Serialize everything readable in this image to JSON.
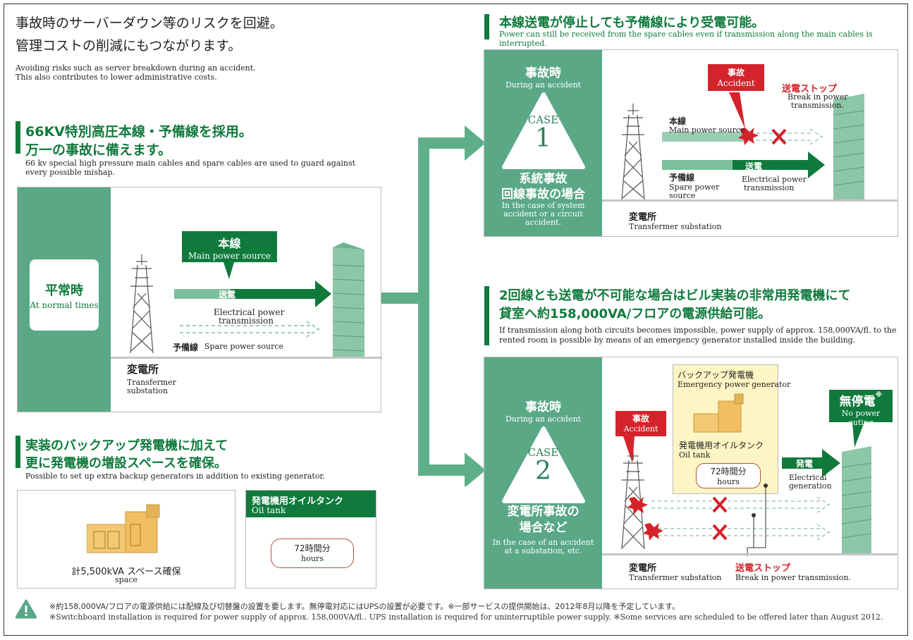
{
  "intro": {
    "jp_line1": "事故時のサーバーダウン等のリスクを回避。",
    "jp_line2": "管理コストの削減にもつながります。",
    "en_line1": "Avoiding risks such as server breakdown during an accident.",
    "en_line2": "This also contributes to lower administrative costs."
  },
  "section_main": {
    "title_line1": "66KV特別高圧本線・予備線を採用。",
    "title_line2": "万一の事故に備えます。",
    "en_line1": "66 kv special high pressure main cables and spare cables are used to guard against",
    "en_line2": "every possible mishap."
  },
  "normal_panel": {
    "label_jp": "平常時",
    "label_en": "At normal times",
    "main_jp": "本線",
    "main_en": "Main power source",
    "trans_jp": "送電",
    "trans_en_1": "Electrical power",
    "trans_en_2": "transmission",
    "spare_jp": "予備線",
    "spare_en": "Spare power source",
    "sub_jp": "変電所",
    "sub_en_1": "Transfermer",
    "sub_en_2": "substation"
  },
  "section_backup": {
    "title_line1": "実装のバックアップ発電機に加えて",
    "title_line2": "更に発電機の増設スペースを確保。",
    "en": "Possible to set up extra backup generators in addition to existing generator.",
    "space_jp": "計5,500kVA スペース確保",
    "space_en": "space",
    "oil_jp": "発電機用オイルタンク",
    "oil_en": "Oil tank",
    "hours_jp": "72時間分",
    "hours_en": "hours"
  },
  "section_case1": {
    "title": "本線送電が停止しても予備線により受電可能。",
    "en": "Power can still be received from the spare cables even if transmission along the main cables is interrupted.",
    "side_jp": "事故時",
    "side_en": "During an accident",
    "case_label": "CASE",
    "case_num": "1",
    "kind_jp_1": "系統事故",
    "kind_jp_2": "回線事故の場合",
    "kind_en_1": "In the case of system",
    "kind_en_2": "accident or a circuit",
    "kind_en_3": "accident.",
    "accident_jp": "事故",
    "accident_en": "Accident",
    "stop_jp": "送電ストップ",
    "stop_en_1": "Break in power",
    "stop_en_2": "transmission.",
    "main_jp": "本線",
    "main_en": "Main power source",
    "trans_jp": "送電",
    "spare_jp": "予備線",
    "spare_en_1": "Spare power",
    "spare_en_2": "source",
    "trans_en_1": "Electrical power",
    "trans_en_2": "transmission",
    "sub_jp": "変電所",
    "sub_en": "Transfermer substation"
  },
  "section_case2": {
    "title_line1": "2回線とも送電が不可能な場合はビル実装の非常用発電機にて",
    "title_line2": "貸室へ約158,000VA/フロアの電源供給可能。",
    "en_line1": "If transmission along both circuits becomes impossible, power supply of approx. 158,000VA/fl. to the",
    "en_line2": "rented room is possible by means of an emergency generator installed inside the building.",
    "side_jp": "事故時",
    "side_en": "During an accident",
    "case_label": "CASE",
    "case_num": "2",
    "kind_jp_1": "変電所事故の",
    "kind_jp_2": "場合など",
    "kind_en_1": "In the case of an accident",
    "kind_en_2": "at a substation, etc.",
    "accident_jp": "事故",
    "accident_en": "Accident",
    "backup_jp": "バックアップ発電機",
    "backup_en": "Emergency power generator",
    "oil_jp": "発電機用オイルタンク",
    "oil_en": "Oil tank",
    "hours_jp": "72時間分",
    "hours_en": "hours",
    "gen_jp": "発電",
    "gen_en_1": "Electrical",
    "gen_en_2": "generation",
    "nostop_jp": "無停電",
    "nostop_mark": "※",
    "nostop_en": "No power outing",
    "sub_jp": "変電所",
    "sub_en": "Transfermer substation",
    "stop_jp": "送電ストップ",
    "stop_en": "Break in power transmission."
  },
  "footer": {
    "note_jp": "※約158,000VA/フロアの電源供給には配線及び切替盤の設置を要します。無停電対応にはUPSの設置が必要です。※一部サービスの提供開始は、2012年8月以降を予定しています。",
    "note_en": "※Switchboard installation is required for power supply of approx. 158,000VA/fl.. UPS installation is required for uninterruptible power supply. ※Some services are scheduled to be offered later than August 2012."
  },
  "colors": {
    "brand_green": "#0f7a3c",
    "panel_green": "#5aa886",
    "arrow_green": "#5fae8a",
    "alert_red": "#d4232b",
    "generator_yellow": "#fdf5c4"
  }
}
